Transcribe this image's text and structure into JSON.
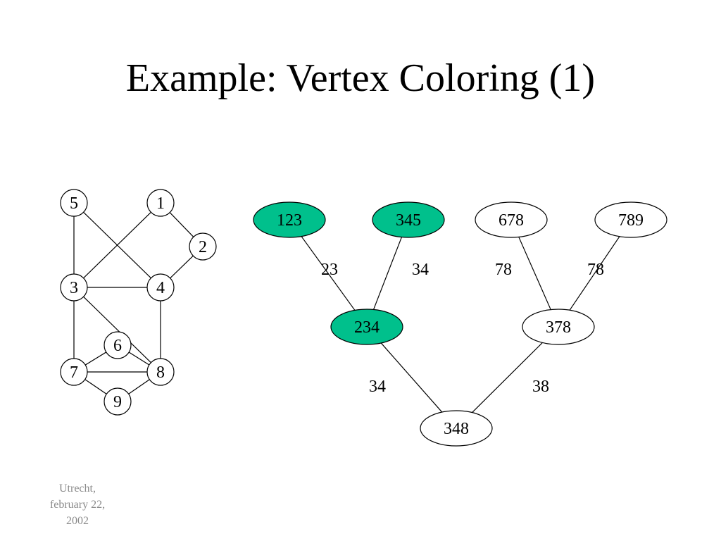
{
  "title": "Example: Vertex Coloring (1)",
  "footer": [
    "Utrecht,",
    "february 22,",
    "2002"
  ],
  "colors": {
    "highlight": "#00c08c",
    "line": "#000000",
    "footer": "#8a8a8a"
  },
  "graph": {
    "vertices": [
      {
        "id": "5",
        "label": "5"
      },
      {
        "id": "1",
        "label": "1"
      },
      {
        "id": "2",
        "label": "2"
      },
      {
        "id": "3",
        "label": "3"
      },
      {
        "id": "4",
        "label": "4"
      },
      {
        "id": "6",
        "label": "6"
      },
      {
        "id": "7",
        "label": "7"
      },
      {
        "id": "8",
        "label": "8"
      },
      {
        "id": "9",
        "label": "9"
      }
    ],
    "edges": [
      [
        "5",
        "3"
      ],
      [
        "5",
        "4"
      ],
      [
        "1",
        "3"
      ],
      [
        "1",
        "2"
      ],
      [
        "2",
        "4"
      ],
      [
        "3",
        "4"
      ],
      [
        "3",
        "8"
      ],
      [
        "3",
        "7"
      ],
      [
        "4",
        "8"
      ],
      [
        "6",
        "7"
      ],
      [
        "6",
        "8"
      ],
      [
        "7",
        "8"
      ],
      [
        "7",
        "9"
      ],
      [
        "9",
        "8"
      ]
    ]
  },
  "tree": {
    "nodes": [
      {
        "id": "123",
        "label": "123",
        "highlighted": true
      },
      {
        "id": "345",
        "label": "345",
        "highlighted": true
      },
      {
        "id": "678",
        "label": "678",
        "highlighted": false
      },
      {
        "id": "789",
        "label": "789",
        "highlighted": false
      },
      {
        "id": "234",
        "label": "234",
        "highlighted": true
      },
      {
        "id": "378",
        "label": "378",
        "highlighted": false
      },
      {
        "id": "348",
        "label": "348",
        "highlighted": false
      }
    ],
    "edges": [
      {
        "from": "123",
        "to": "234",
        "label": "23"
      },
      {
        "from": "345",
        "to": "234",
        "label": "34"
      },
      {
        "from": "678",
        "to": "378",
        "label": "78"
      },
      {
        "from": "789",
        "to": "378",
        "label": "78"
      },
      {
        "from": "234",
        "to": "348",
        "label": "34"
      },
      {
        "from": "378",
        "to": "348",
        "label": "38"
      }
    ]
  }
}
